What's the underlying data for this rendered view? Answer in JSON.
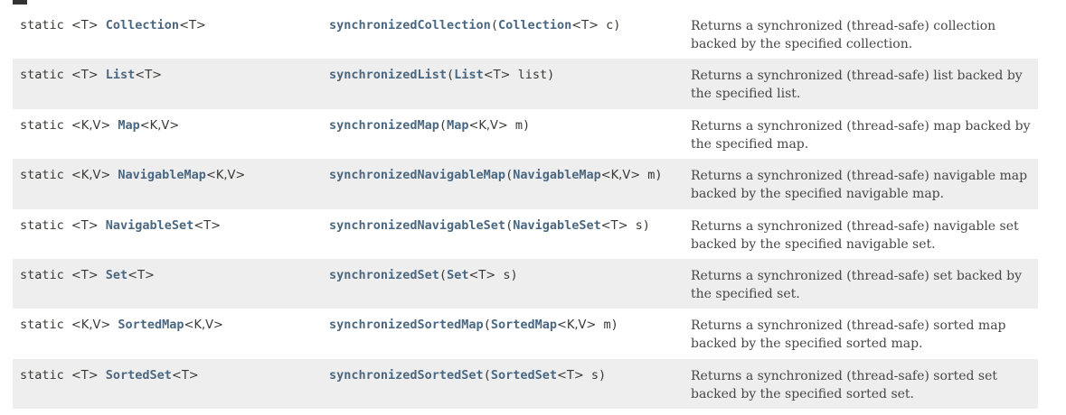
{
  "colors": {
    "link": "#4a6782",
    "row_alt": "#eeeeee",
    "text": "#474747"
  },
  "rows": [
    {
      "modifier": [
        {
          "k": "kw",
          "t": "static "
        },
        {
          "k": "tp",
          "t": "<T>"
        },
        {
          "k": "kw",
          "t": " "
        },
        {
          "k": "link",
          "t": "Collection"
        },
        {
          "k": "tp",
          "t": "<T>"
        }
      ],
      "method": [
        {
          "k": "meth",
          "t": "synchronizedCollection"
        },
        {
          "k": "kw",
          "t": "("
        },
        {
          "k": "link",
          "t": "Collection"
        },
        {
          "k": "tp",
          "t": "<T>"
        },
        {
          "k": "kw",
          "t": " c)"
        }
      ],
      "description": "Returns a synchronized (thread-safe) collection backed by the specified collection."
    },
    {
      "modifier": [
        {
          "k": "kw",
          "t": "static "
        },
        {
          "k": "tp",
          "t": "<T>"
        },
        {
          "k": "kw",
          "t": " "
        },
        {
          "k": "link",
          "t": "List"
        },
        {
          "k": "tp",
          "t": "<T>"
        }
      ],
      "method": [
        {
          "k": "meth",
          "t": "synchronizedList"
        },
        {
          "k": "kw",
          "t": "("
        },
        {
          "k": "link",
          "t": "List"
        },
        {
          "k": "tp",
          "t": "<T>"
        },
        {
          "k": "kw",
          "t": " list)"
        }
      ],
      "description": "Returns a synchronized (thread-safe) list backed by the specified list."
    },
    {
      "modifier": [
        {
          "k": "kw",
          "t": "static "
        },
        {
          "k": "tp",
          "t": "<K,V>"
        },
        {
          "k": "kw",
          "t": " "
        },
        {
          "k": "link",
          "t": "Map"
        },
        {
          "k": "tp",
          "t": "<K,V>"
        }
      ],
      "method": [
        {
          "k": "meth",
          "t": "synchronizedMap"
        },
        {
          "k": "kw",
          "t": "("
        },
        {
          "k": "link",
          "t": "Map"
        },
        {
          "k": "tp",
          "t": "<K,V>"
        },
        {
          "k": "kw",
          "t": " m)"
        }
      ],
      "description": "Returns a synchronized (thread-safe) map backed by the specified map."
    },
    {
      "modifier": [
        {
          "k": "kw",
          "t": "static "
        },
        {
          "k": "tp",
          "t": "<K,V>"
        },
        {
          "k": "kw",
          "t": " "
        },
        {
          "k": "link",
          "t": "NavigableMap"
        },
        {
          "k": "tp",
          "t": "<K,V>"
        }
      ],
      "method": [
        {
          "k": "meth",
          "t": "synchronizedNavigableMap"
        },
        {
          "k": "kw",
          "t": "("
        },
        {
          "k": "link",
          "t": "NavigableMap"
        },
        {
          "k": "tp",
          "t": "<K,V>"
        },
        {
          "k": "kw",
          "t": " m)"
        }
      ],
      "description": "Returns a synchronized (thread-safe) navigable map backed by the specified navigable map."
    },
    {
      "modifier": [
        {
          "k": "kw",
          "t": "static "
        },
        {
          "k": "tp",
          "t": "<T>"
        },
        {
          "k": "kw",
          "t": " "
        },
        {
          "k": "link",
          "t": "NavigableSet"
        },
        {
          "k": "tp",
          "t": "<T>"
        }
      ],
      "method": [
        {
          "k": "meth",
          "t": "synchronizedNavigableSet"
        },
        {
          "k": "kw",
          "t": "("
        },
        {
          "k": "link",
          "t": "NavigableSet"
        },
        {
          "k": "tp",
          "t": "<T>"
        },
        {
          "k": "kw",
          "t": " s)"
        }
      ],
      "description": "Returns a synchronized (thread-safe) navigable set backed by the specified navigable set."
    },
    {
      "modifier": [
        {
          "k": "kw",
          "t": "static "
        },
        {
          "k": "tp",
          "t": "<T>"
        },
        {
          "k": "kw",
          "t": " "
        },
        {
          "k": "link",
          "t": "Set"
        },
        {
          "k": "tp",
          "t": "<T>"
        }
      ],
      "method": [
        {
          "k": "meth",
          "t": "synchronizedSet"
        },
        {
          "k": "kw",
          "t": "("
        },
        {
          "k": "link",
          "t": "Set"
        },
        {
          "k": "tp",
          "t": "<T>"
        },
        {
          "k": "kw",
          "t": " s)"
        }
      ],
      "description": "Returns a synchronized (thread-safe) set backed by the specified set."
    },
    {
      "modifier": [
        {
          "k": "kw",
          "t": "static "
        },
        {
          "k": "tp",
          "t": "<K,V>"
        },
        {
          "k": "kw",
          "t": " "
        },
        {
          "k": "link",
          "t": "SortedMap"
        },
        {
          "k": "tp",
          "t": "<K,V>"
        }
      ],
      "method": [
        {
          "k": "meth",
          "t": "synchronizedSortedMap"
        },
        {
          "k": "kw",
          "t": "("
        },
        {
          "k": "link",
          "t": "SortedMap"
        },
        {
          "k": "tp",
          "t": "<K,V>"
        },
        {
          "k": "kw",
          "t": " m)"
        }
      ],
      "description": "Returns a synchronized (thread-safe) sorted map backed by the specified sorted map."
    },
    {
      "modifier": [
        {
          "k": "kw",
          "t": "static "
        },
        {
          "k": "tp",
          "t": "<T>"
        },
        {
          "k": "kw",
          "t": " "
        },
        {
          "k": "link",
          "t": "SortedSet"
        },
        {
          "k": "tp",
          "t": "<T>"
        }
      ],
      "method": [
        {
          "k": "meth",
          "t": "synchronizedSortedSet"
        },
        {
          "k": "kw",
          "t": "("
        },
        {
          "k": "link",
          "t": "SortedSet"
        },
        {
          "k": "tp",
          "t": "<T>"
        },
        {
          "k": "kw",
          "t": " s)"
        }
      ],
      "description": "Returns a synchronized (thread-safe) sorted set backed by the specified sorted set."
    }
  ]
}
